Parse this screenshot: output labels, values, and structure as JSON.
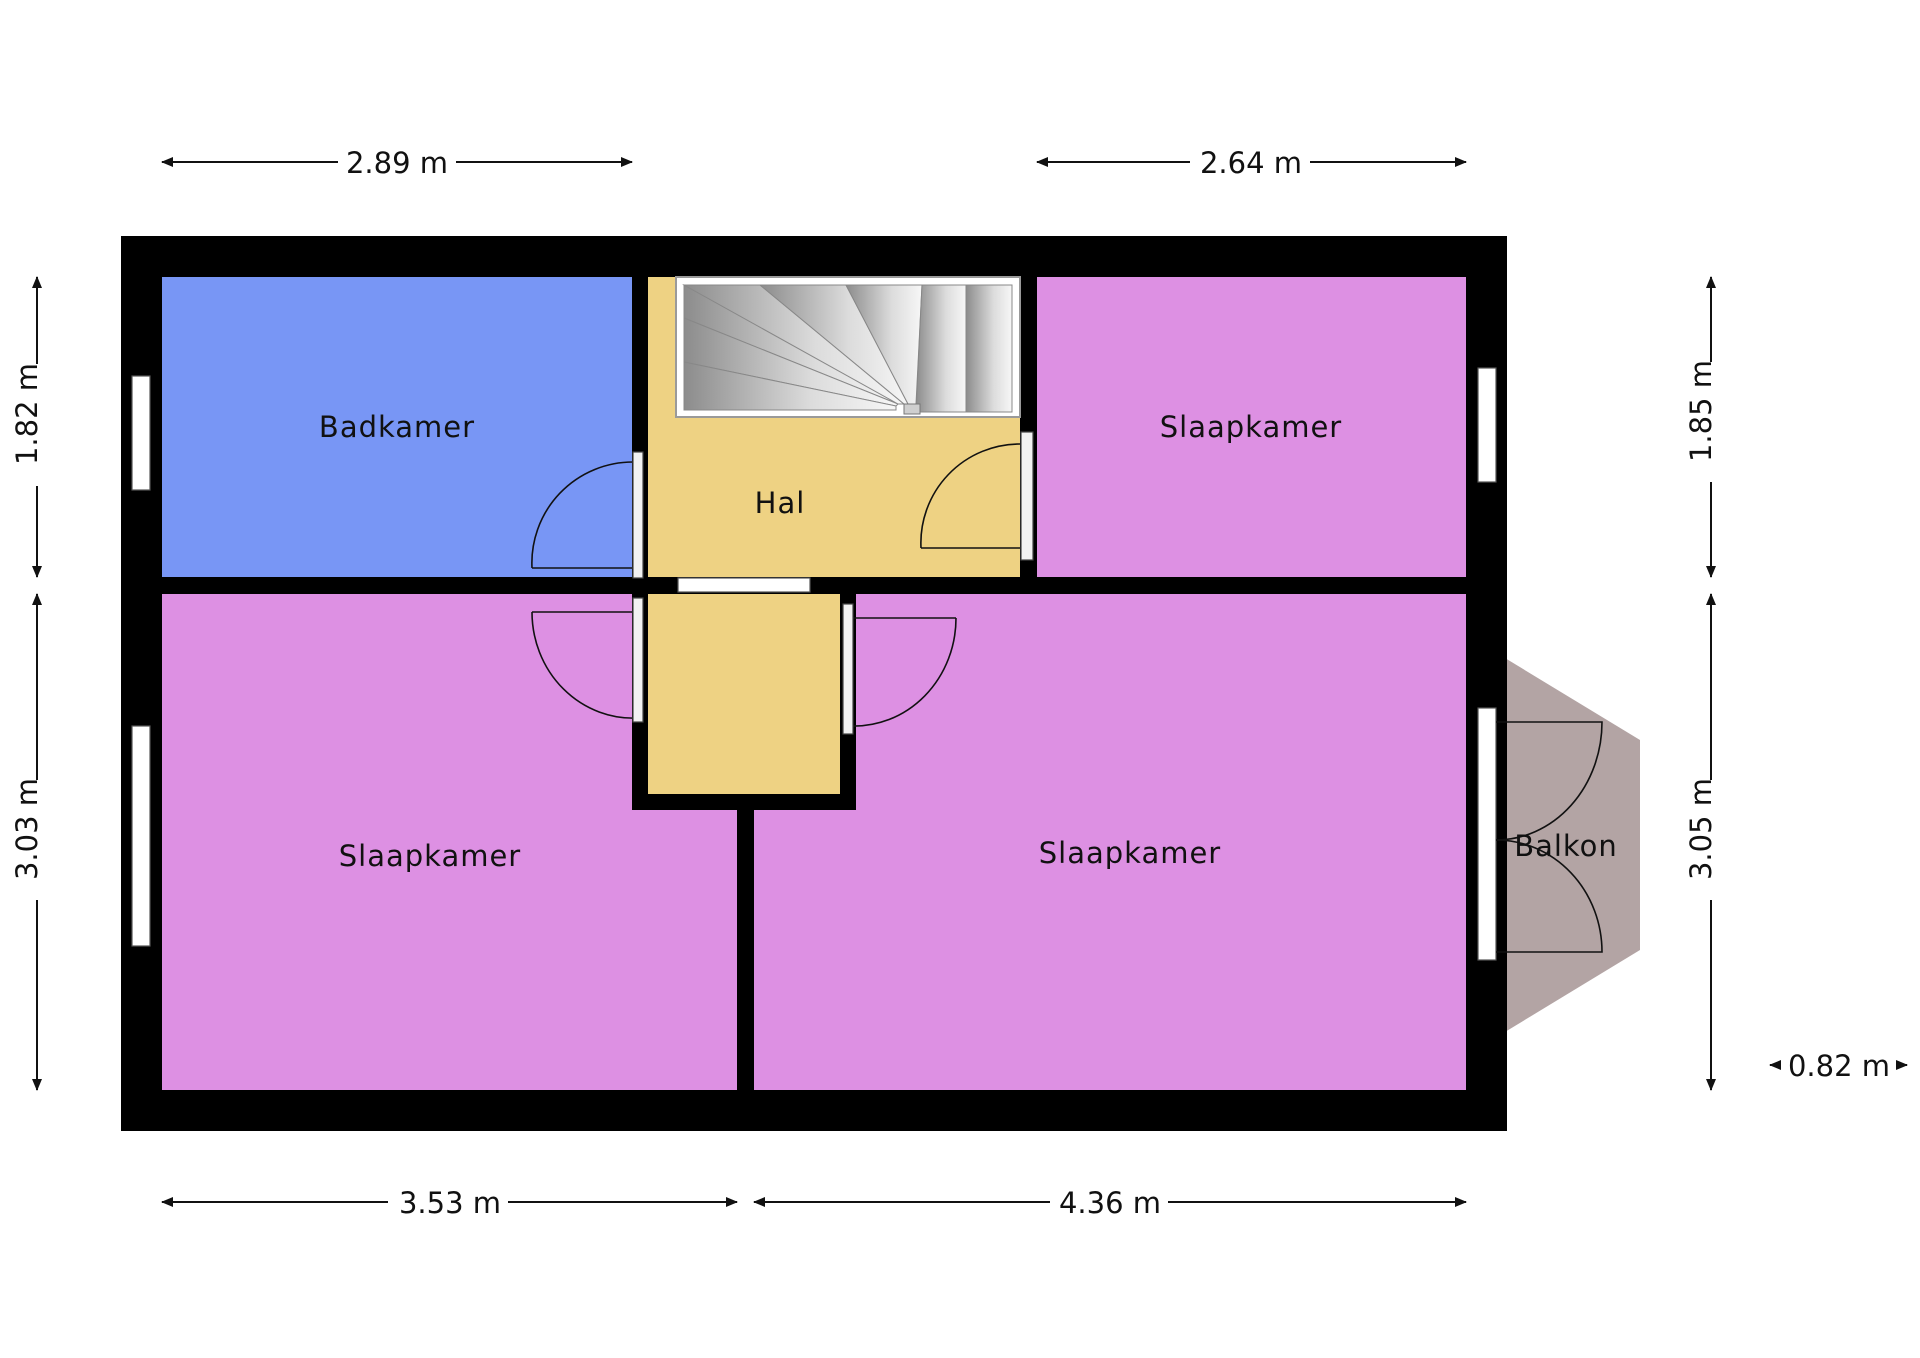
{
  "rooms": {
    "badkamer": {
      "label": "Badkamer",
      "color": "#7896f5"
    },
    "hal": {
      "label": "Hal",
      "color": "#eed283"
    },
    "slaapkamer_top": {
      "label": "Slaapkamer",
      "color": "#dd90e3"
    },
    "slaapkamer_left": {
      "label": "Slaapkamer",
      "color": "#dd90e3"
    },
    "slaapkamer_right": {
      "label": "Slaapkamer",
      "color": "#dd90e3"
    },
    "balkon": {
      "label": "Balkon",
      "color": "#b3a4a4"
    }
  },
  "dimensions": {
    "top_left": "2.89 m",
    "top_right": "2.64 m",
    "left_upper": "1.82 m",
    "left_lower": "3.03 m",
    "right_upper": "1.85 m",
    "right_lower": "3.05 m",
    "bottom_left": "3.53 m",
    "bottom_right": "4.36 m",
    "balcony_depth": "0.82 m"
  }
}
